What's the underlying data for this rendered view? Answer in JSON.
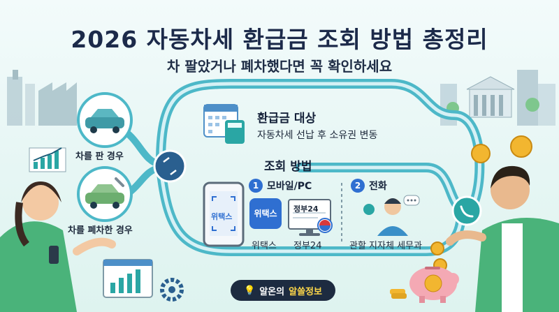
{
  "title": "2026 자동차세 환급금 조회 방법 총정리",
  "subtitle": "차 팔았거나 폐차했다면 꼭 확인하세요",
  "cases": {
    "sold": "차를 판 경우",
    "scrapped": "차를 폐차한 경우"
  },
  "target": {
    "heading": "환급금 대상",
    "desc": "자동차세 선납 후 소유권 변동"
  },
  "method": {
    "heading": "조회 방법",
    "online": {
      "num": "1",
      "label": "모바일/PC",
      "phone_app": "위택스",
      "tile_wetax": "위택스",
      "tile_gov": "정부24",
      "caption_wetax": "위택스",
      "caption_gov": "정부24"
    },
    "phone": {
      "num": "2",
      "label": "전화",
      "caption": "관할 지자체 세무과"
    }
  },
  "brand": {
    "prefix": "알온의",
    "highlight": "알쓸정보"
  },
  "colors": {
    "navy": "#1c2a4a",
    "teal": "#2aa6a4",
    "path": "#4db8c8",
    "accent_blue": "#2f6fd1",
    "gold": "#f2b630"
  }
}
